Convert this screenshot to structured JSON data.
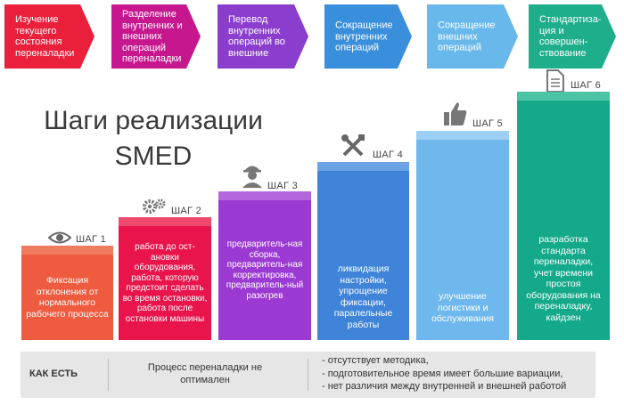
{
  "arrows": [
    {
      "label": "Изучение текущего состояния переналадки",
      "color": "#ea1f3b"
    },
    {
      "label": "Разделение внутренних и внешних операций переналадки",
      "color": "#c7178f"
    },
    {
      "label": "Перевод внутренних операций во внешние",
      "color": "#8b3dcd"
    },
    {
      "label": "Сокращение внутренних операций",
      "color": "#3a8fdd"
    },
    {
      "label": "Сокращение внешних операций",
      "color": "#68b8ec"
    },
    {
      "label": "Стандартиза-ция и совершен-ствование",
      "color": "#1fae8b"
    }
  ],
  "title": {
    "line1": "Шаги реализации",
    "line2": "SMED"
  },
  "steps": [
    {
      "label": "ШАГ 1",
      "icon": "eye-icon",
      "text": "Фиксация отклонения от нормального рабочего процесса",
      "front": "#ef5b3f",
      "top": "#f07a5e"
    },
    {
      "label": "ШАГ 2",
      "icon": "gears-icon",
      "text": "работа до ост-ановки оборудования, работа, которую предстоит сделать во время остановки, работа после остановки машины",
      "front": "#e8144b",
      "top": "#ef4a6e"
    },
    {
      "label": "ШАГ 3",
      "icon": "worker-icon",
      "text": "предваритель-ная сборка, предваритель-ная корректировка, предваритель-ный разогрев",
      "front": "#9b3ad3",
      "top": "#b466df"
    },
    {
      "label": "ШАГ 4",
      "icon": "tools-icon",
      "text": "ликвидация настройки, упрощение фиксации, паралельные работы",
      "front": "#3f84d8",
      "top": "#6aa2e4"
    },
    {
      "label": "ШАГ 5",
      "icon": "thumbs-up-icon",
      "text": "улучшение логистики и обслуживания",
      "front": "#6fb8ee",
      "top": "#9ccff4"
    },
    {
      "label": "ШАГ 6",
      "icon": "document-icon",
      "text": "разработка стандарта переналадки, учет времени простоя оборудования на переналадку, кайдзен",
      "front": "#14a98a",
      "top": "#4dc3a6"
    }
  ],
  "bottom": {
    "label": "КАК ЕСТЬ",
    "middle": "Процесс переналадки не оптимален",
    "bullets": [
      "- отсутствует методика,",
      "- подготовительное время имеет большие вариации,",
      "- нет различия между внутренней и внешней работой"
    ]
  }
}
